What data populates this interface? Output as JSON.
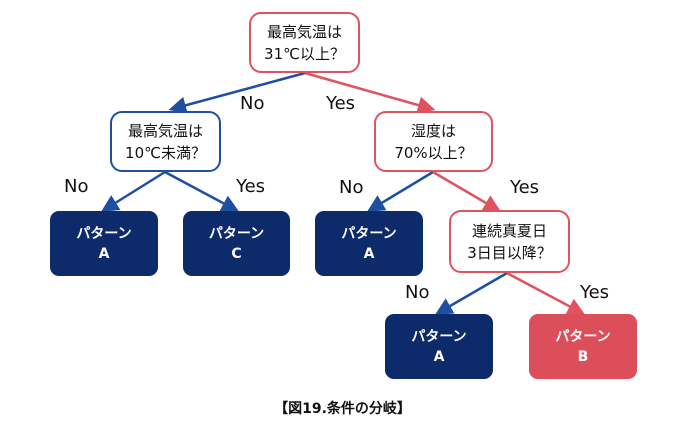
{
  "questions": {
    "q1": {
      "line1": "最高気温は",
      "line2": "31℃以上？"
    },
    "q2": {
      "line1": "最高気温は",
      "line2": "10℃未満？"
    },
    "q3": {
      "line1": "湿度は",
      "line2": "70%以上？"
    },
    "q4": {
      "line1": "連続真夏日",
      "line2": "3日目以降？"
    }
  },
  "results": {
    "r1": {
      "line1": "パターン",
      "line2": "A"
    },
    "r2": {
      "line1": "パターン",
      "line2": "C"
    },
    "r3": {
      "line1": "パターン",
      "line2": "A"
    },
    "r4": {
      "line1": "パターン",
      "line2": "A"
    },
    "r5": {
      "line1": "パターン",
      "line2": "B"
    }
  },
  "edges": {
    "q1_no": "No",
    "q1_yes": "Yes",
    "q2_no": "No",
    "q2_yes": "Yes",
    "q3_no": "No",
    "q3_yes": "Yes",
    "q4_no": "No",
    "q4_yes": "Yes"
  },
  "caption": "【図19.条件の分岐】",
  "colors": {
    "red": "#e0525f",
    "blue": "#1f4fa0",
    "navy": "#0d2a6a",
    "result_red": "#dc4f5a"
  }
}
